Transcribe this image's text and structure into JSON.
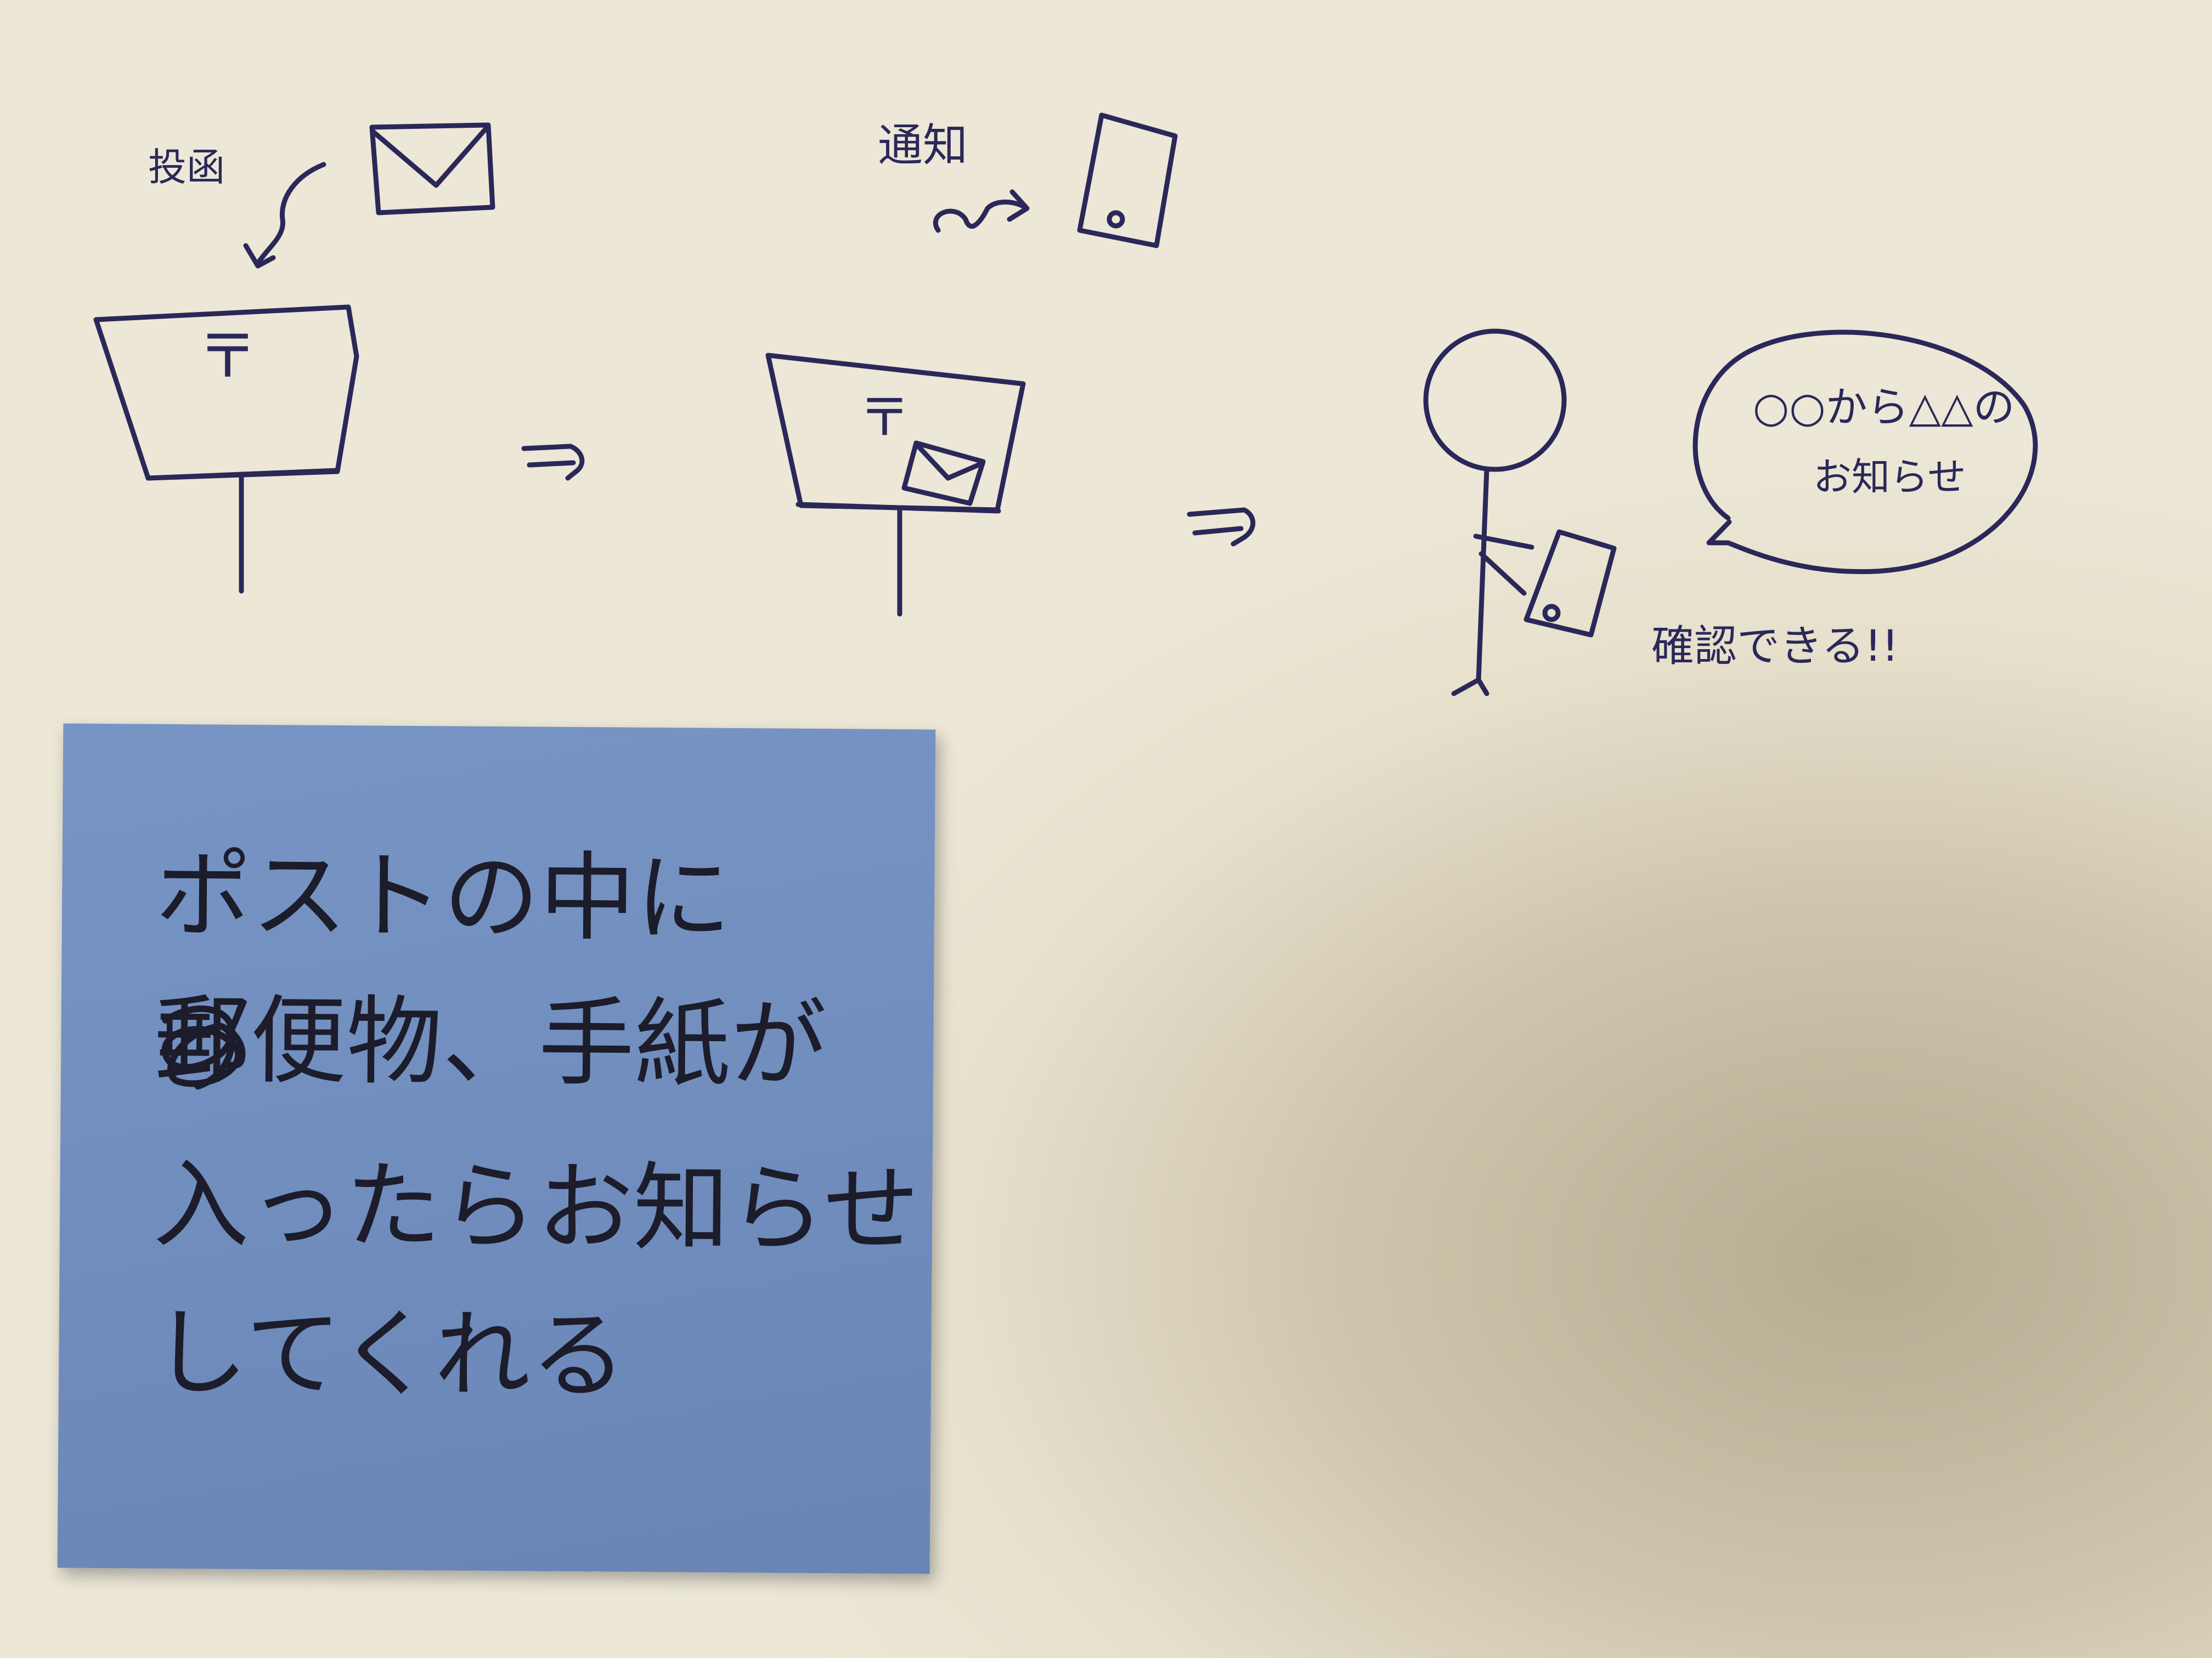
{
  "diagram": {
    "step1": {
      "label": "投函",
      "post_mark": "〒"
    },
    "step2": {
      "label": "通知",
      "post_mark": "〒"
    },
    "step3": {
      "speech_bubble": {
        "line1": "○○から△△の",
        "line2": "お知らせ"
      },
      "caption": "確認できる!!"
    }
  },
  "sticky_note": {
    "color": "#7393c3",
    "lines": [
      "ポストの中に",
      "郵便物、手紙が",
      "入ったらお知らせ",
      "してくれる"
    ]
  },
  "ink_color": "#2a2859"
}
